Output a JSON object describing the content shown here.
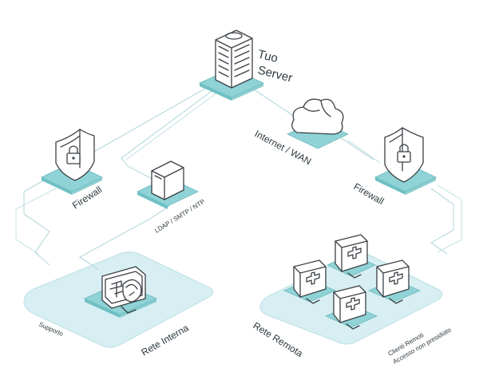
{
  "labels": {
    "server": [
      "Tuo",
      "Server"
    ],
    "internet": "Internet / WAN",
    "firewall_left": "Firewall",
    "firewall_right": "Firewall",
    "ldap": "LDAP / SMTP / NTP",
    "rete_interna": "Rete Interna",
    "supporto": "Supporto",
    "rete_remota": "Rete Remota",
    "clienti": [
      "Clienti Remoti",
      "Accesso non presidiato"
    ]
  },
  "icons": [
    "server-tower-icon",
    "cloud-icon",
    "shield-lock-icon",
    "gateway-box-icon",
    "support-monitor-icon",
    "medical-monitor-icon"
  ],
  "colors": {
    "platform": "#8fd3d6",
    "zone": "#d7eef3",
    "connector": "#b8d9dd",
    "outline": "#3b4045"
  }
}
